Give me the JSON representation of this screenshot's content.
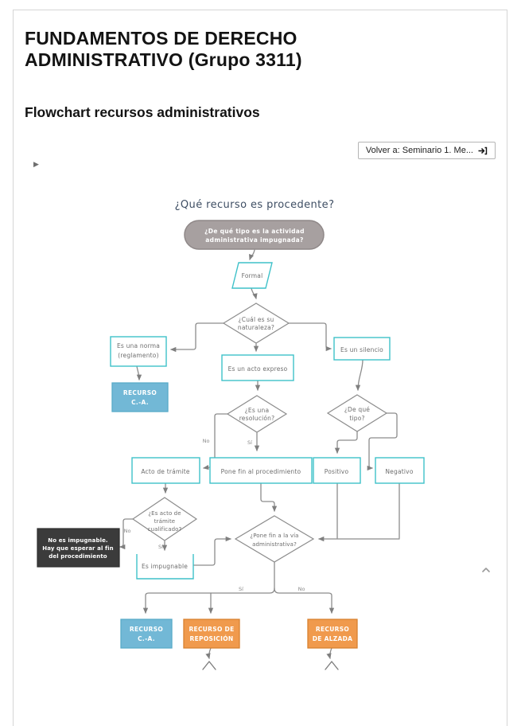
{
  "header": {
    "course_title": "FUNDAMENTOS DE DERECHO ADMINISTRATIVO (Grupo 3311)",
    "page_title": "Flowchart recursos administrativos",
    "back_button": {
      "label": "Volver a: Seminario 1. Me..."
    },
    "collapse_marker": "▶"
  },
  "flowchart": {
    "title": "¿Qué recurso es procedente?",
    "colors": {
      "teal_border": "#3EC1C9",
      "blue_fill": "#72B8D6",
      "blue_border": "#58ABC8",
      "orange_fill": "#F09A4D",
      "orange_border": "#D8812F",
      "gray_fill": "#A7A0A0",
      "gray_border": "#8F8888",
      "dark_fill": "#3B3B3B",
      "connector": "#8C8C8C",
      "title_color": "#3E4E63"
    },
    "nodes": {
      "start": {
        "line1": "¿De qué tipo es la actividad",
        "line2": "administrativa impugnada?"
      },
      "formal": {
        "label": "Formal"
      },
      "naturaleza": {
        "line1": "¿Cuál es su",
        "line2": "naturaleza?"
      },
      "norma": {
        "line1": "Es una norma",
        "line2": "(reglamento)"
      },
      "recurso_ca_1": {
        "line1": "RECURSO",
        "line2": "C.-A."
      },
      "acto_expreso": {
        "label": "Es un acto expreso"
      },
      "silencio": {
        "label": "Es un silencio"
      },
      "resolucion": {
        "line1": "¿Es una",
        "line2": "resolución?"
      },
      "tipo": {
        "line1": "¿De qué",
        "line2": "tipo?"
      },
      "acto_tramite": {
        "label": "Acto de trámite"
      },
      "pone_fin_procedimiento": {
        "label": "Pone fin al procedimiento"
      },
      "positivo": {
        "label": "Positivo"
      },
      "negativo": {
        "label": "Negativo"
      },
      "cualificado": {
        "line1": "¿Es acto de",
        "line2": "trámite",
        "line3": "cualificado?"
      },
      "no_impugnable": {
        "line1": "No es impugnable.",
        "line2": "Hay que esperar al fin",
        "line3": "del procedimiento"
      },
      "es_impugnable": {
        "label": "Es impugnable"
      },
      "pone_fin_via": {
        "line1": "¿Pone fin a la vía",
        "line2": "administrativa?"
      },
      "recurso_ca_2": {
        "line1": "RECURSO",
        "line2": "C.-A."
      },
      "recurso_reposicion": {
        "line1": "RECURSO DE",
        "line2": "REPOSICIÓN"
      },
      "recurso_alzada": {
        "line1": "RECURSO",
        "line2": "DE ALZADA"
      }
    },
    "edge_labels": {
      "resolucion_no": "No",
      "resolucion_si": "Sí",
      "cualificado_no": "No",
      "cualificado_si": "Sí",
      "via_si": "Sí",
      "via_no": "No"
    }
  }
}
